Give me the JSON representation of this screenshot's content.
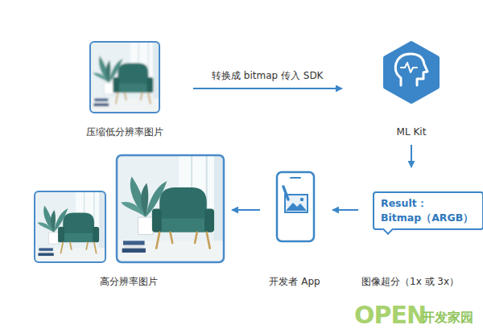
{
  "diagram": {
    "nodes": [
      {
        "text": [
          "压缩低分辨率图片"
        ]
      },
      {
        "text": [
          "ML Kit"
        ]
      },
      {
        "text": [
          "Result：",
          "Bitmap（ARGB）"
        ]
      },
      {
        "text": [
          "开发者 App"
        ]
      },
      {
        "text": [
          "高分辨率图片"
        ]
      }
    ],
    "edges": [
      {
        "from": 0,
        "to": 1,
        "arrow": "to",
        "label": "转换成 bitmap 传入 SDK"
      },
      {
        "from": 1,
        "to": 2,
        "arrow": "to"
      },
      {
        "from": 2,
        "to": 3,
        "arrow": "to"
      },
      {
        "from": 3,
        "to": 4,
        "arrow": "to"
      }
    ],
    "labels": [
      "图像超分（1x 或 3x）",
      "OPEN",
      "开发家园"
    ]
  }
}
